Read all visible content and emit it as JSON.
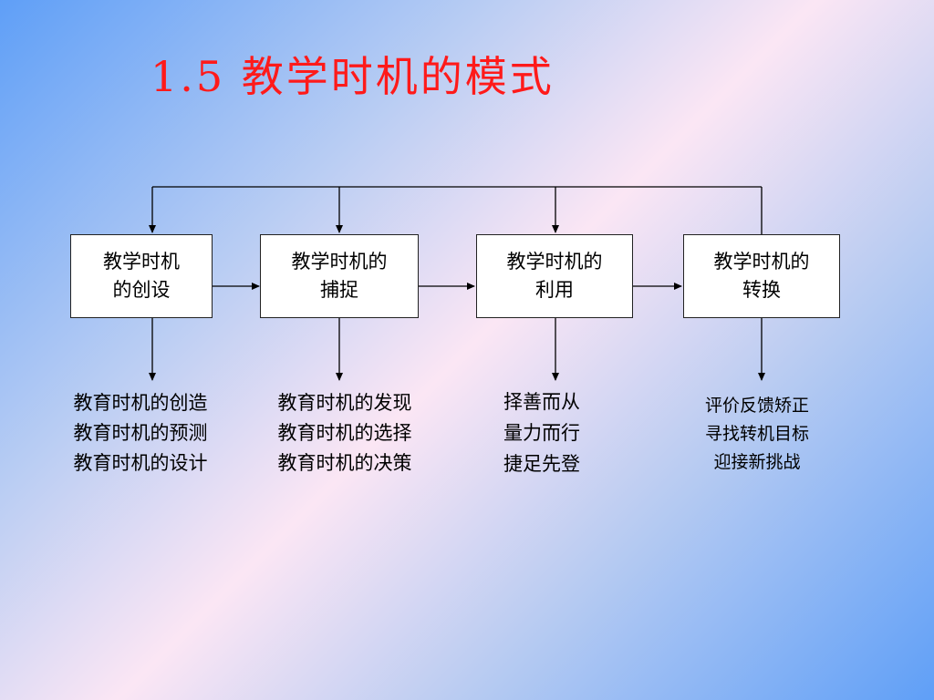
{
  "title": "1.5  教学时机的模式",
  "boxes": [
    {
      "line1": "教学时机",
      "line2": "的创设"
    },
    {
      "line1": "教学时机的",
      "line2": "捕捉"
    },
    {
      "line1": "教学时机的",
      "line2": "利用"
    },
    {
      "line1": "教学时机的",
      "line2": "转换"
    }
  ],
  "descriptions": [
    {
      "lines": [
        "教育时机的创造",
        "教育时机的预测",
        "教育时机的设计"
      ]
    },
    {
      "lines": [
        "教育时机的发现",
        "教育时机的选择",
        "教育时机的决策"
      ]
    },
    {
      "lines": [
        "择善而从",
        "量力而行",
        "捷足先登"
      ]
    },
    {
      "lines": [
        "评价反馈矫正",
        "寻找转机目标",
        "迎接新挑战"
      ]
    }
  ],
  "colors": {
    "title": "#ff1a1a",
    "line": "#000000",
    "box_fill": "#ffffff"
  }
}
